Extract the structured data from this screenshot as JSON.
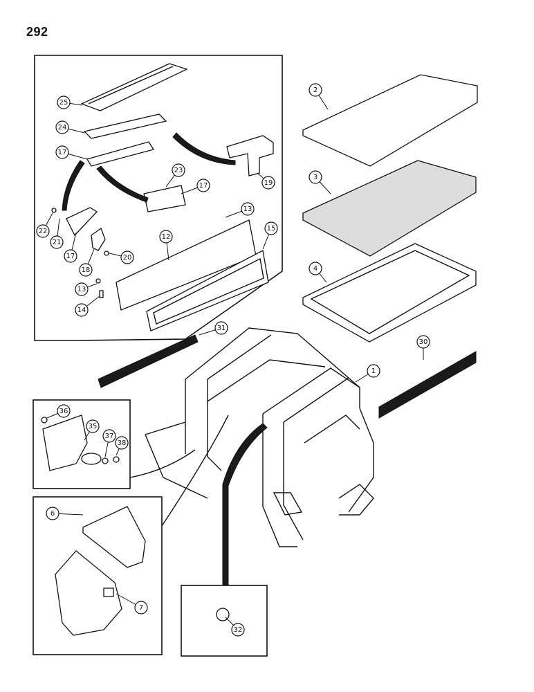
{
  "page_number": "292",
  "callouts": [
    {
      "id": "c1",
      "label": "1"
    },
    {
      "id": "c2",
      "label": "2"
    },
    {
      "id": "c3",
      "label": "3"
    },
    {
      "id": "c4",
      "label": "4"
    },
    {
      "id": "c6",
      "label": "6"
    },
    {
      "id": "c7",
      "label": "7"
    },
    {
      "id": "c12",
      "label": "12"
    },
    {
      "id": "c13a",
      "label": "13"
    },
    {
      "id": "c13b",
      "label": "13"
    },
    {
      "id": "c14",
      "label": "14"
    },
    {
      "id": "c15",
      "label": "15"
    },
    {
      "id": "c17a",
      "label": "17"
    },
    {
      "id": "c17b",
      "label": "17"
    },
    {
      "id": "c17c",
      "label": "17"
    },
    {
      "id": "c18",
      "label": "18"
    },
    {
      "id": "c19",
      "label": "19"
    },
    {
      "id": "c20",
      "label": "20"
    },
    {
      "id": "c21",
      "label": "21"
    },
    {
      "id": "c22",
      "label": "22"
    },
    {
      "id": "c23",
      "label": "23"
    },
    {
      "id": "c24",
      "label": "24"
    },
    {
      "id": "c25",
      "label": "25"
    },
    {
      "id": "c30",
      "label": "30"
    },
    {
      "id": "c31",
      "label": "31"
    },
    {
      "id": "c32",
      "label": "32"
    },
    {
      "id": "c35",
      "label": "35"
    },
    {
      "id": "c36",
      "label": "36"
    },
    {
      "id": "c37",
      "label": "37"
    },
    {
      "id": "c38",
      "label": "38"
    }
  ]
}
